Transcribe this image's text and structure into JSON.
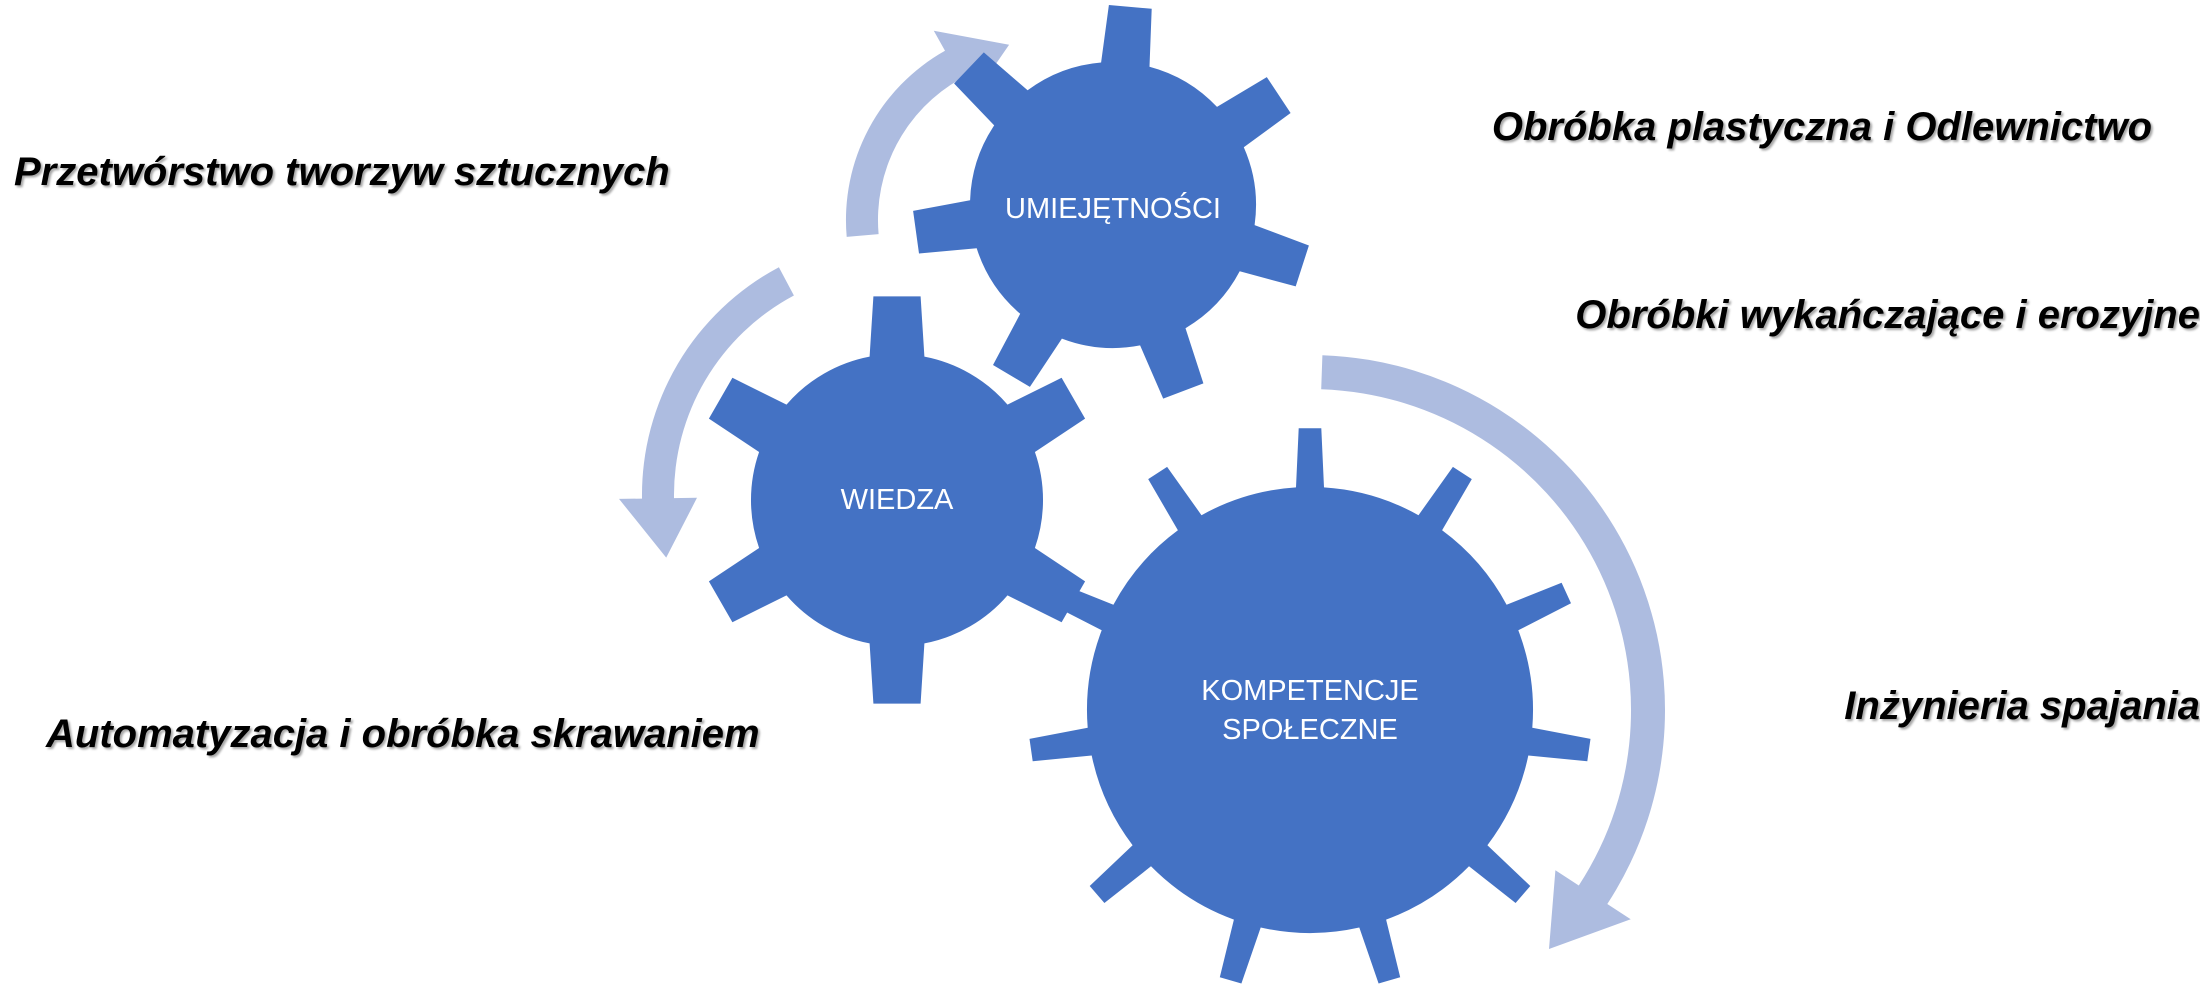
{
  "colors": {
    "gear": "#4472c4",
    "arrow": "#adbce0",
    "label_text": "#000000",
    "gear_text": "#ffffff"
  },
  "gears": {
    "skills": {
      "label": "UMIEJĘTNOŚCI"
    },
    "knowledge": {
      "label": "WIEDZA"
    },
    "social": {
      "label_line1": "KOMPETENCJE",
      "label_line2": "SPOŁECZNE"
    }
  },
  "labels": {
    "top_left": "Przetwórstwo tworzyw sztucznych",
    "top_right": "Obróbka plastyczna i Odlewnictwo",
    "middle_right": "Obróbki wykańczające i erozyjne",
    "bottom_left": "Automatyzacja i obróbka skrawaniem",
    "bottom_right": "Inżynieria spajania"
  }
}
